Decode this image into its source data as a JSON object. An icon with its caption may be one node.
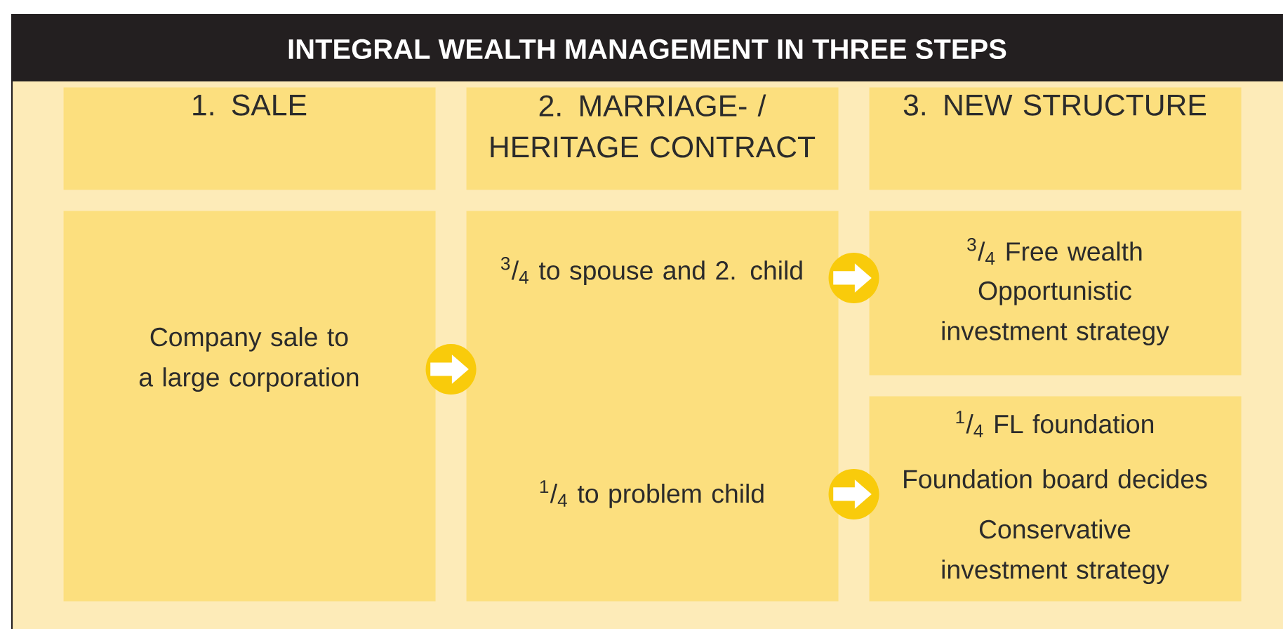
{
  "diagram": {
    "title": "INTEGRAL WEALTH MANAGEMENT IN THREE STEPS",
    "nodes": [
      {
        "text": [
          "1. SALE"
        ]
      },
      {
        "text": [
          "2. MARRIAGE- / HERITAGE CONTRACT"
        ]
      },
      {
        "text": [
          "3. NEW STRUCTURE"
        ]
      },
      {
        "text": [
          "Company sale to a large corporation"
        ]
      },
      {
        "text": [
          "$^{3}$/$_{4}$ to spouse and 2. child",
          "$^{1}$/$_{4}$ to problem child"
        ]
      },
      {
        "text": [
          "$^{3}$/$_{4}$ Free wealth",
          "Opportunistic investment strategy"
        ]
      },
      {
        "text": [
          "$^{1}$/$_{4}$ FL foundation",
          "Foundation board decides",
          "Conservative investment strategy"
        ]
      }
    ],
    "edges": [
      {
        "from": 3,
        "to": 4,
        "arrow": "to"
      },
      {
        "from": 4,
        "to": 5,
        "arrow": "to"
      },
      {
        "from": 4,
        "to": 6,
        "arrow": "to"
      }
    ]
  }
}
